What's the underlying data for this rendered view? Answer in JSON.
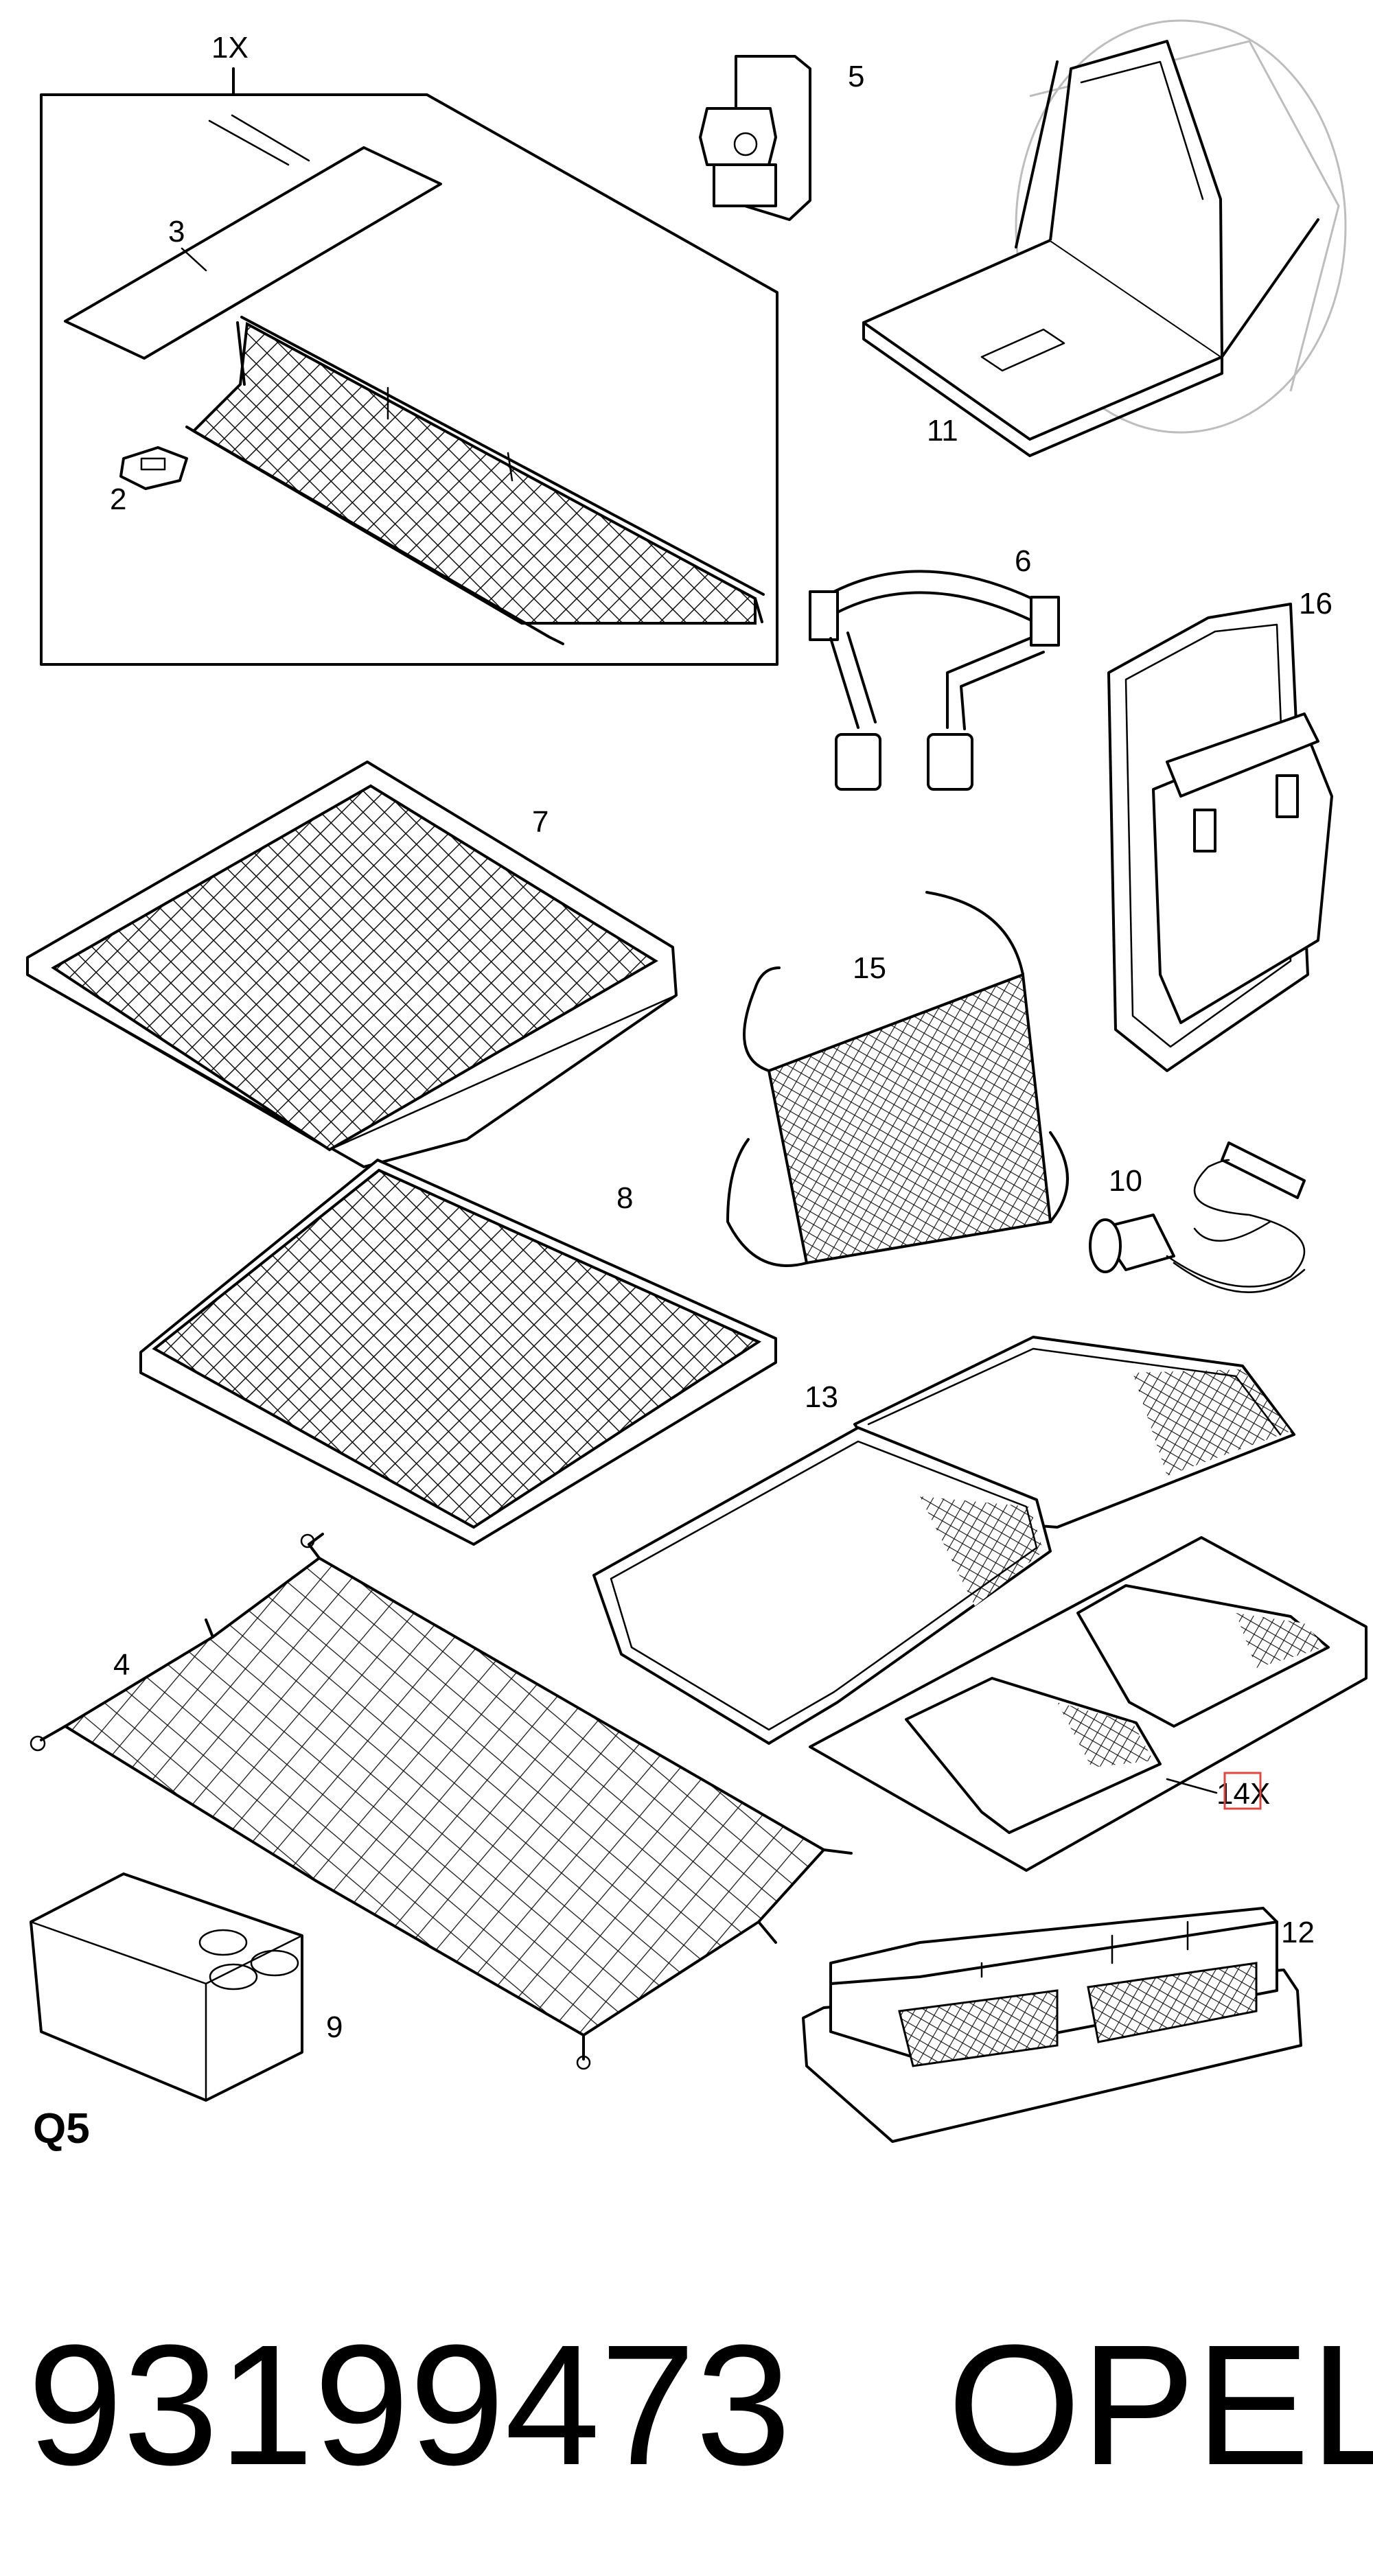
{
  "diagram": {
    "callouts": {
      "c1x": "1X",
      "c2": "2",
      "c3": "3",
      "c4": "4",
      "c5": "5",
      "c6": "6",
      "c7": "7",
      "c8": "8",
      "c9": "9",
      "c10": "10",
      "c11": "11",
      "c12": "12",
      "c13": "13",
      "c14x": "14X",
      "c15": "15",
      "c16": "16"
    },
    "section_code": "Q5",
    "part_number": "93199473",
    "brand": "OPEL",
    "highlight_color": "#e0473f",
    "line_color": "#000000"
  }
}
